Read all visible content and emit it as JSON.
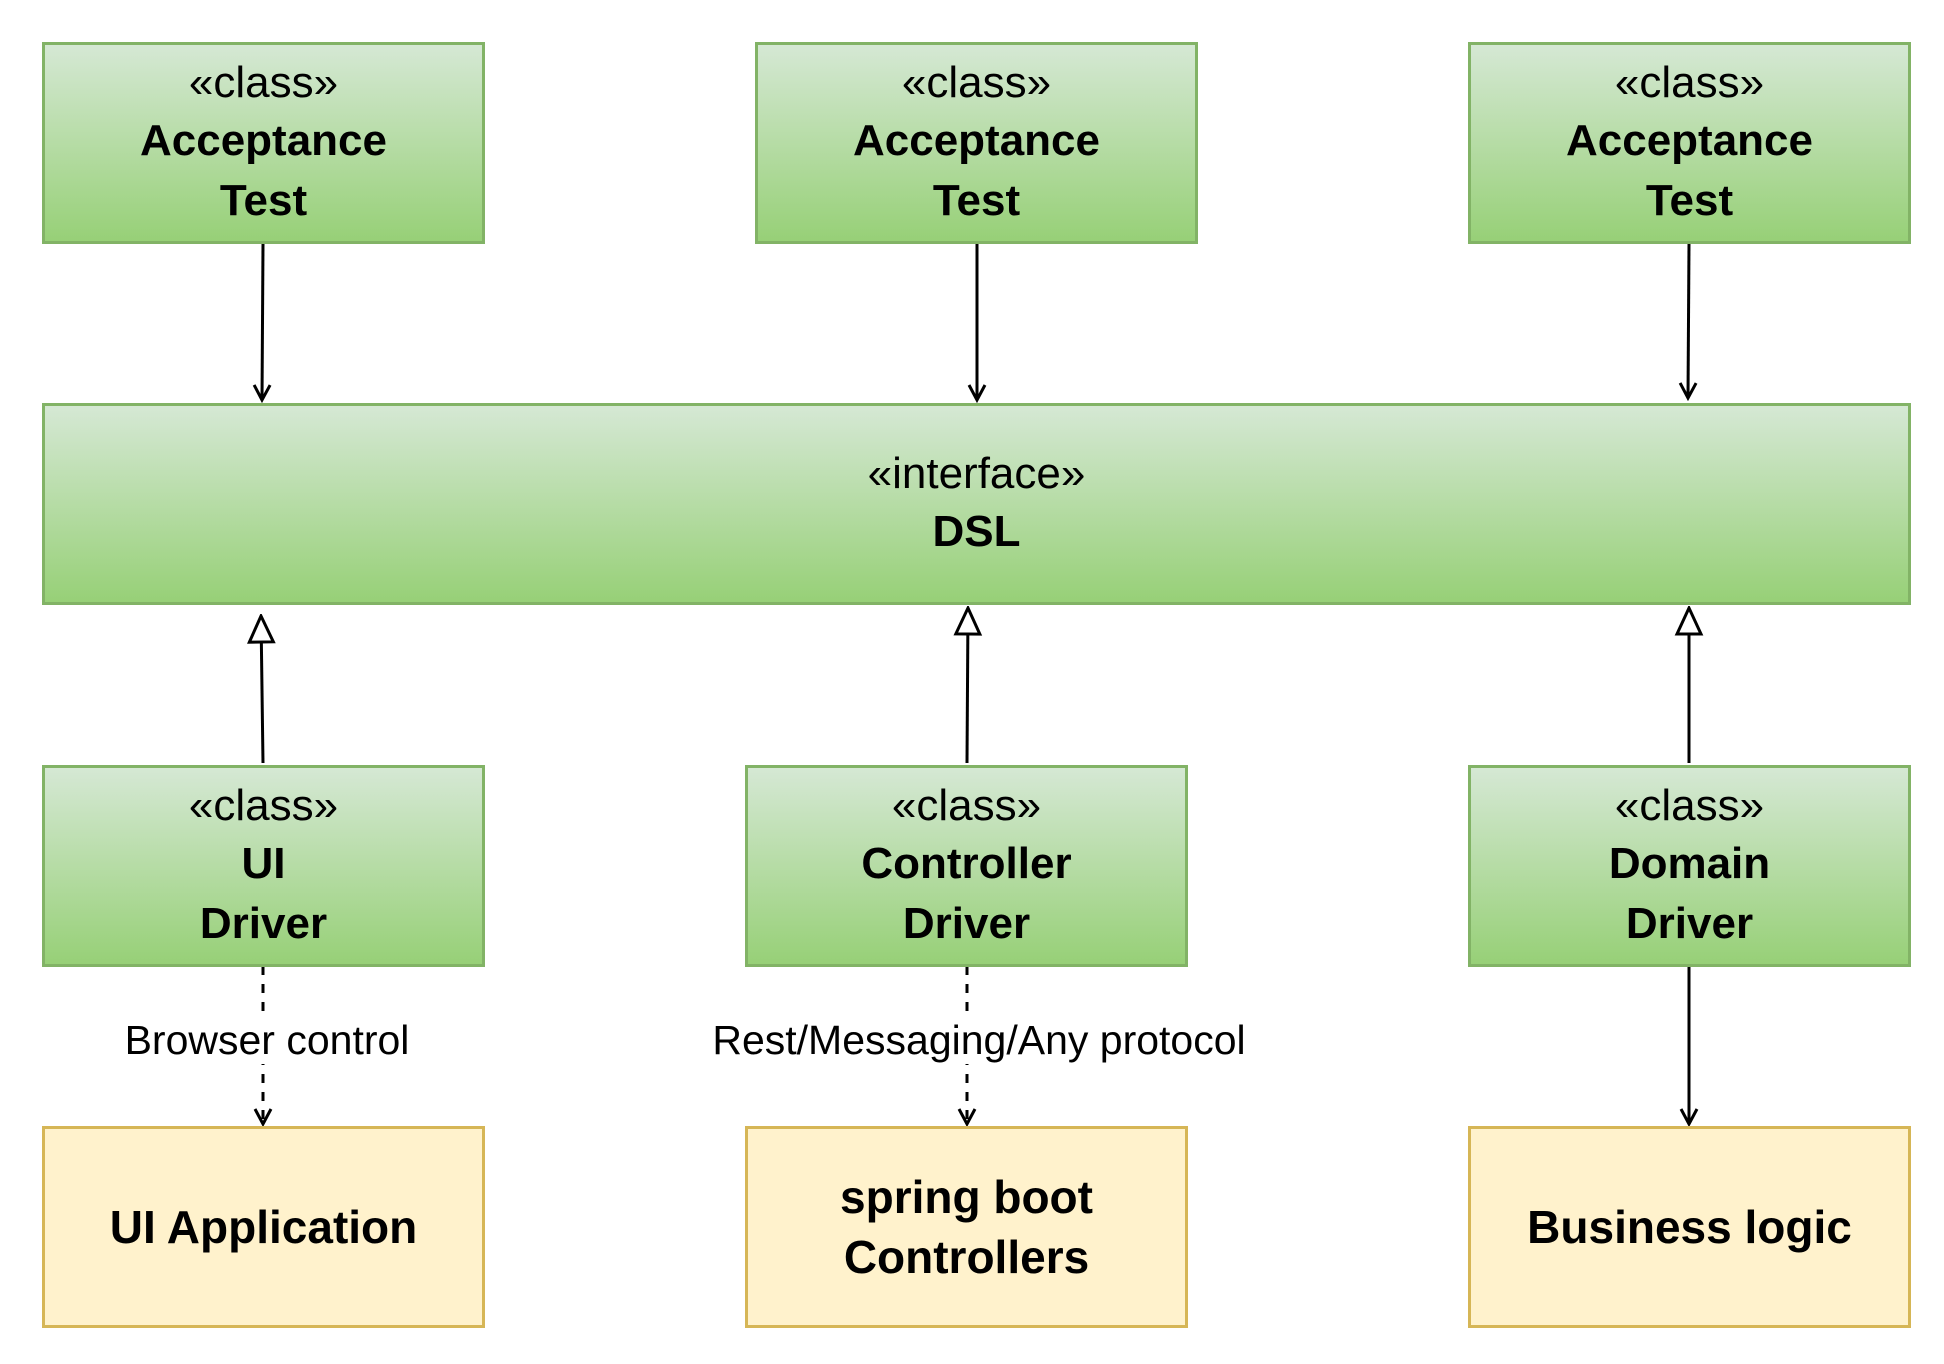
{
  "tests": [
    {
      "stereotype": "«class»",
      "title_line1": "Acceptance",
      "title_line2": "Test"
    },
    {
      "stereotype": "«class»",
      "title_line1": "Acceptance",
      "title_line2": "Test"
    },
    {
      "stereotype": "«class»",
      "title_line1": "Acceptance",
      "title_line2": "Test"
    }
  ],
  "dsl": {
    "stereotype": "«interface»",
    "title": "DSL"
  },
  "drivers": [
    {
      "stereotype": "«class»",
      "title_line1": "UI",
      "title_line2": "Driver"
    },
    {
      "stereotype": "«class»",
      "title_line1": "Controller",
      "title_line2": "Driver"
    },
    {
      "stereotype": "«class»",
      "title_line1": "Domain",
      "title_line2": "Driver"
    }
  ],
  "targets": [
    {
      "line1": "UI Application",
      "line2": ""
    },
    {
      "line1": "spring boot",
      "line2": "Controllers"
    },
    {
      "line1": "Business logic",
      "line2": ""
    }
  ],
  "edge_labels": {
    "ui": "Browser control",
    "controller": "Rest/Messaging/Any protocol"
  },
  "colors": {
    "class_fill_top": "#d5e8d4",
    "class_fill_bottom": "#97d077",
    "class_border": "#82b366",
    "target_fill": "#fff2cc",
    "target_border": "#d6b656"
  }
}
